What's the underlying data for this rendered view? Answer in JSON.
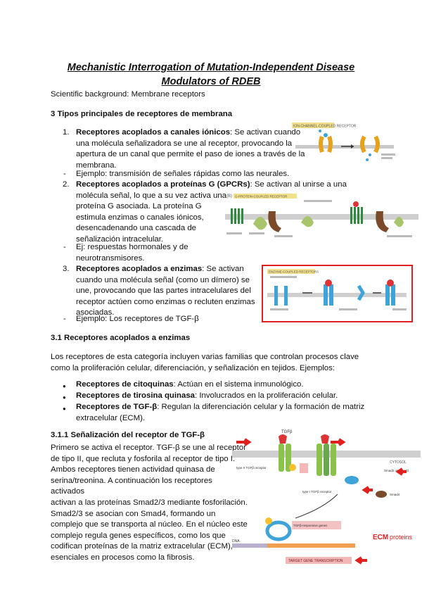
{
  "title": {
    "line1": "Mechanistic Interrogation of Mutation-Independent Disease",
    "line2": "Modulators of RDEB"
  },
  "subtitle": "Scientific background: Membrane receptors",
  "section3": {
    "heading": "3 Tipos principales de receptores de membrana",
    "item1": {
      "num": "1.",
      "bold": "Receptores acoplados a canales iónicos",
      "lines": [
        ": Se activan cuando",
        "una molécula señalizadora se une al receptor, provocando la",
        "apertura de un canal que permite el paso de iones a través de la",
        "membrana."
      ],
      "example": "Ejemplo: transmisión de señales rápidas como las neurales."
    },
    "item2": {
      "num": "2.",
      "bold": "Receptores acoplados a proteínas G (GPCRs)",
      "lines": [
        ": Se activan al unirse a una",
        "molécula señal, lo que a su vez activa una",
        "proteína G asociada. La proteína G",
        "estimula enzimas o canales iónicos,",
        "desencadenando una cascada de",
        "señalización intracelular."
      ],
      "example_lines": [
        "Ej: respuestas hormonales y de",
        "neurotransmisores."
      ]
    },
    "item3": {
      "num": "3.",
      "bold": "Receptores acoplados a enzimas",
      "lines": [
        ": Se activan",
        "cuando una molécula señal (como un dímero) se",
        "une, provocando que las partes intracelulares del",
        "receptor actúen como enzimas o recluten enzimas",
        "asociadas."
      ],
      "example": "Ejemplo: Los receptores de TGF-β"
    },
    "dash": "-"
  },
  "section31": {
    "heading": "3.1 Receptores acoplados a enzimas",
    "intro_lines": [
      "Los receptores de esta categoría incluyen varias familias que controlan procesos clave",
      "como la proliferación celular, diferenciación, y señalización en tejidos. Ejemplos:"
    ],
    "bullets": [
      {
        "bold": "Receptores de citoquinas",
        "text": ": Actúan en el sistema inmunológico."
      },
      {
        "bold": "Receptores de tirosina quinasa",
        "text": ": Involucrados en la proliferación celular."
      },
      {
        "bold": "Receptores de TGF-β",
        "text": ": Regulan la diferenciación celular y la formación de matriz"
      }
    ],
    "bullet3_cont": "extracelular (ECM).",
    "bullet_glyph": "●"
  },
  "section311": {
    "heading": "3.1.1  Señalización del receptor de TGF-β",
    "lines": [
      "Primero se activa el receptor.  TGF-β se une al receptor",
      "de tipo II, que recluta y fosforila al receptor de tipo I.",
      "Ambos receptores tienen actividad quinasa de",
      "serina/treonina. A continuación los receptores activados",
      "activan a las proteínas Smad2/3 mediante fosforilación.",
      "Smad2/3 se asocian con Smad4, formando un",
      "complejo que se transporta al núcleo. En el núcleo este",
      "complejo regula genes específicos, como los que",
      "codifican proteínas de la matriz extracelular (ECM),",
      "esenciales en procesos como la fibrosis."
    ]
  },
  "figures": {
    "fig1_header": "ION-CHANNEL-COUPLED RECEPTOR",
    "fig2_tag": "(B)",
    "fig2_header": "G-PROTEIN-COUPLED RECEPTOR",
    "fig3_header": "ENZYME-COUPLED RECEPTORS",
    "fig4_tgf": "TGFβ",
    "fig4_cytoso": "CYTOSOL",
    "fig4_typeII": "type II TGFβ receptor",
    "fig4_typeI": "type I TGFβ receptor",
    "fig4_smad23": "Smad2 or Smad3",
    "fig4_smad4": "Smad4",
    "fig4_dna": "DNA",
    "fig4_target": "TARGET GENE TRANSCRIPTION",
    "fig4_tag": "TGFβ-responsive genes",
    "ecm_brand": "ECM",
    "ecm_brand2": "proteins"
  }
}
